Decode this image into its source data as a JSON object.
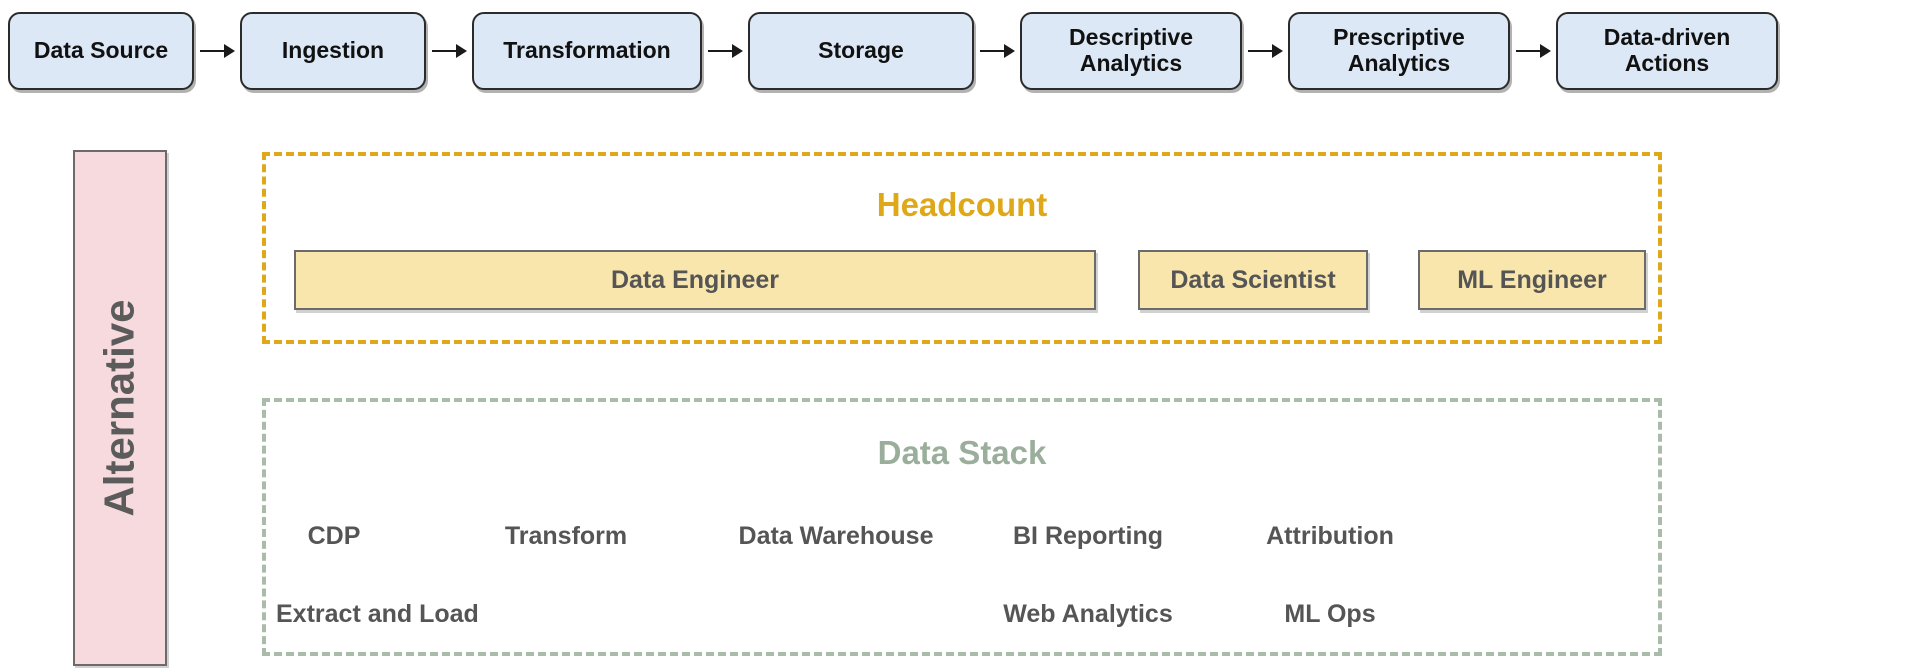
{
  "pipeline": {
    "stages": [
      {
        "label": "Data Source"
      },
      {
        "label": "Ingestion"
      },
      {
        "label": "Transformation"
      },
      {
        "label": "Storage"
      },
      {
        "label": "Descriptive\nAnalytics"
      },
      {
        "label": "Prescriptive\nAnalytics"
      },
      {
        "label": "Data-driven\nActions"
      }
    ],
    "arrow_icon": "arrow-right-icon"
  },
  "alternative": {
    "label": "Alternative",
    "fill_color": "#f7dade",
    "border_color": "#6b6b6b"
  },
  "headcount": {
    "title": "Headcount",
    "accent_color": "#dfa818",
    "roles": [
      {
        "label": "Data Engineer"
      },
      {
        "label": "Data Scientist"
      },
      {
        "label": "ML Engineer"
      }
    ]
  },
  "data_stack": {
    "title": "Data Stack",
    "accent_color": "#9aae9b",
    "row_one": [
      {
        "label": "CDP"
      },
      {
        "label": "Transform"
      },
      {
        "label": "Data Warehouse"
      },
      {
        "label": "BI Reporting"
      },
      {
        "label": "Attribution"
      }
    ],
    "row_two": [
      {
        "label": "Extract and Load"
      },
      {
        "label": "Web Analytics"
      },
      {
        "label": "ML Ops"
      }
    ]
  }
}
